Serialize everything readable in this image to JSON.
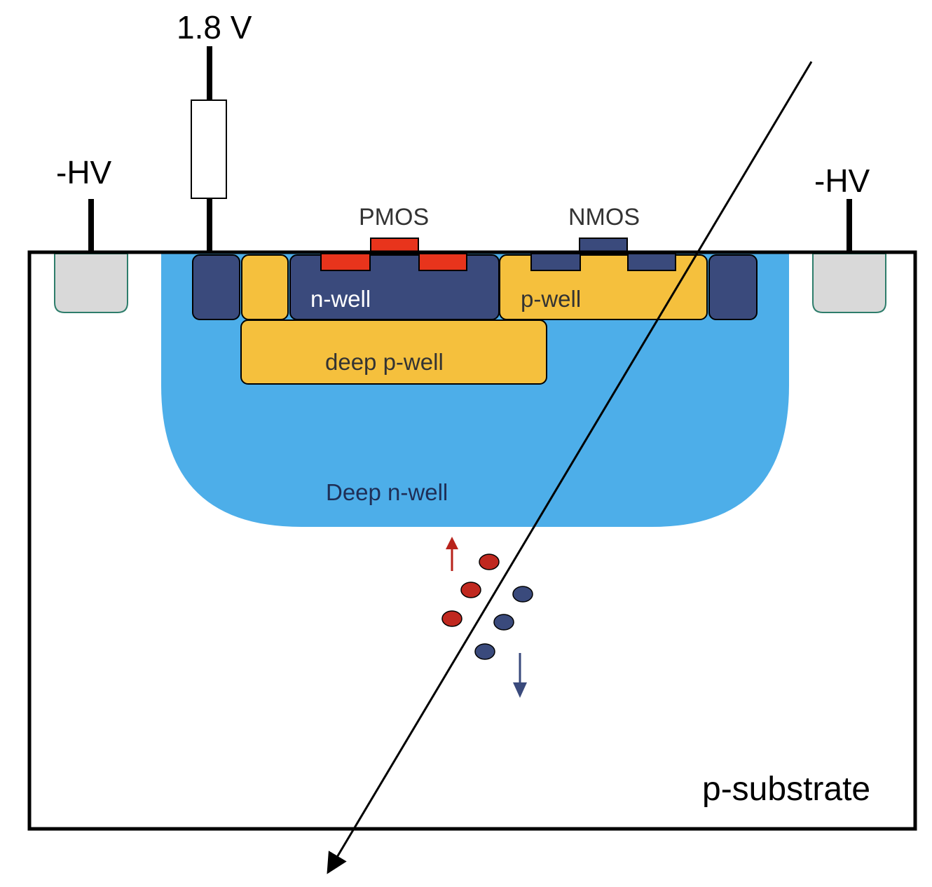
{
  "labels": {
    "supply_voltage": "1.8 V",
    "hv_left": "-HV",
    "hv_right": "-HV",
    "pmos": "PMOS",
    "nmos": "NMOS",
    "n_well": "n-well",
    "p_well": "p-well",
    "deep_p_well": "deep p-well",
    "deep_n_well": "Deep n-well",
    "p_substrate": "p-substrate"
  },
  "colors": {
    "deep_n_well": "#4daee9",
    "n_type_contact": "#3a4a7c",
    "p_well": "#f5c03d",
    "pmos_diffusion": "#e8341c",
    "hv_contact": "#d9d9d9",
    "hv_contact_border": "#2e7d6b",
    "hole": "#c0281f",
    "electron": "#3a4a7c",
    "hole_arrow": "#b8231b",
    "electron_arrow": "#3a4a7c",
    "outline": "#000000"
  },
  "charges": {
    "holes": 3,
    "electrons": 3
  }
}
